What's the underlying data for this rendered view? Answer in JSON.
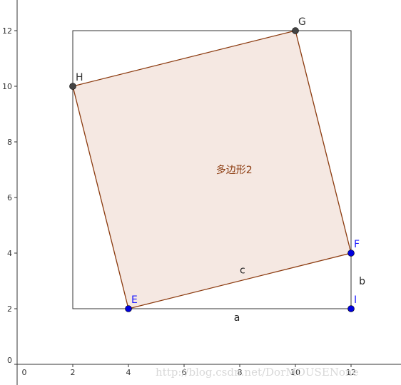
{
  "axes": {
    "x_ticks": [
      "0",
      "2",
      "4",
      "6",
      "8",
      "10",
      "12"
    ],
    "y_ticks": [
      "0",
      "2",
      "4",
      "6",
      "8",
      "10",
      "12"
    ]
  },
  "points": {
    "E": {
      "label": "E",
      "x": 4,
      "y": 2,
      "style": "blue"
    },
    "F": {
      "label": "F",
      "x": 12,
      "y": 4,
      "style": "blue"
    },
    "G": {
      "label": "G",
      "x": 10,
      "y": 12,
      "style": "dark"
    },
    "H": {
      "label": "H",
      "x": 2,
      "y": 10,
      "style": "dark"
    },
    "I": {
      "label": "I",
      "x": 12,
      "y": 2,
      "style": "blue"
    }
  },
  "outer_square": {
    "x_min": 2,
    "x_max": 12,
    "y_min": 2,
    "y_max": 12
  },
  "polygon": {
    "label": "多边形2",
    "vertices": [
      "E",
      "F",
      "G",
      "H"
    ],
    "fill": "#f5e8e2",
    "stroke": "#8b3a0e"
  },
  "segment_labels": {
    "a": "a",
    "b": "b",
    "c": "c"
  },
  "colors": {
    "blue_point": "#0000dd",
    "dark_point": "#444444",
    "frame": "#333333"
  },
  "watermark": "http://blog.csdn.net/DorMOUSENone"
}
